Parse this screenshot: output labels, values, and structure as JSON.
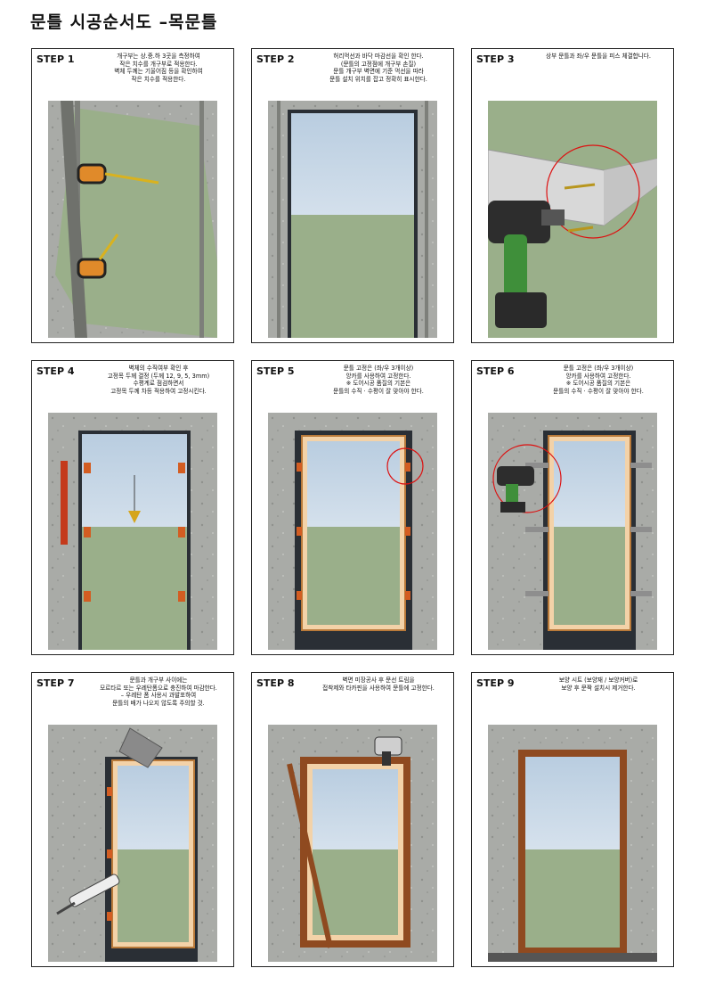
{
  "title": "문틀 시공순서도 –목문틀",
  "steps": [
    {
      "label": "STEP 1",
      "desc": "개구부는 상.중.하 3곳을 측정하여\n작은 치수를 개구부로 적용한다.\n벽체 두께는 기울어짐 등을 확인하여\n작은 치수를 적용한다."
    },
    {
      "label": "STEP 2",
      "desc": "허리먹선과 바닥 마감선을 확인 한다.\n(문틀의 고정점에 개구부 손질)\n문틀 개구부 벽면에 기준 먹선을 따라\n문틀 설치 위치를 잡고 정확히 표시한다."
    },
    {
      "label": "STEP 3",
      "desc": "상부 문틀과 좌/우 문틀을 피스 체결합니다."
    },
    {
      "label": "STEP 4",
      "desc": "벽체의 수직여부 확인 후\n고정목 두께 결정 (두께 12, 9, 5, 3mm)\n수평계로 점검하면서\n고정목 두께 차등 적용하여 고정시킨다."
    },
    {
      "label": "STEP 5",
      "desc": "문틀 고정은 (좌/우 3개이상)\n앙카를 사용하여 고정한다.\n※ 도어시공 품질의 기본은\n문틀의 수직 · 수평이 잘 맞아야 한다."
    },
    {
      "label": "STEP 6",
      "desc": "문틀 고정은 (좌/우 3개이상)\n앙카를 사용하여 고정한다.\n※ 도어시공 품질의 기본은\n문틀의 수직 · 수평이 잘 맞아야 한다."
    },
    {
      "label": "STEP 7",
      "desc": "문틀과 개구부 사이에는\n모르타르 또는 우레탄폼으로 충진하여 마감한다.\n– 우레탄 폼 사용시 과발포하여\n문틀의 배가 나오지 않도록 주의할 것."
    },
    {
      "label": "STEP 8",
      "desc": "벽면 미장공사 후 문선 트림을\n접착제와 타카핀을 사용하여 문틀에 고정한다."
    },
    {
      "label": "STEP 9",
      "desc": "보양 시트 (보양재 / 보양커버)로\n보양 후 문짝 설치시 제거한다."
    }
  ]
}
